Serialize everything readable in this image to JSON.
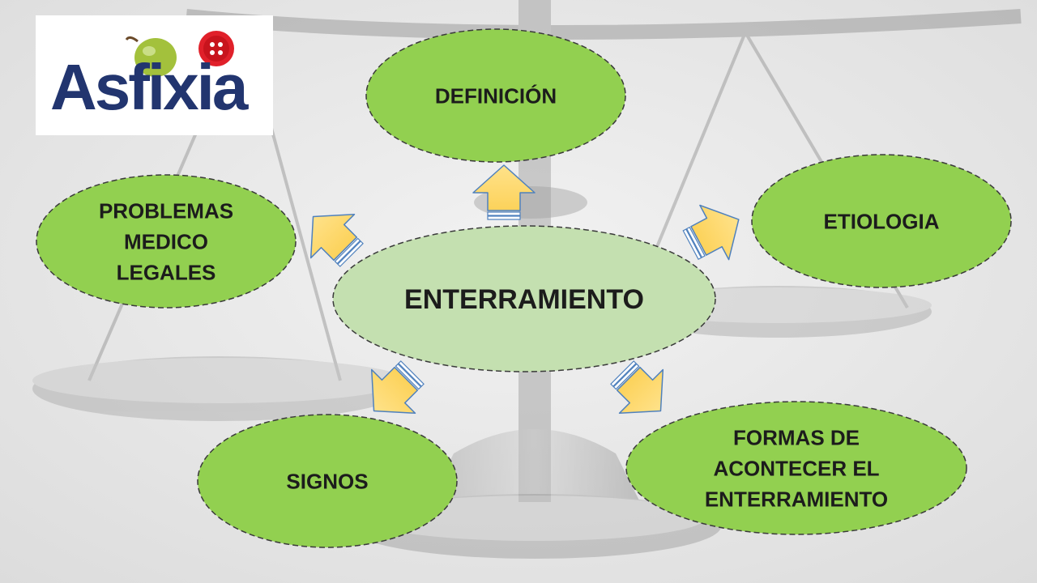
{
  "logo": {
    "text": "Asfixia",
    "text_color": "#22356f",
    "icons": [
      "grape-icon",
      "button-icon"
    ]
  },
  "center": {
    "label": "ENTERRAMIENTO"
  },
  "nodes": [
    {
      "id": "definicion",
      "lines": [
        "DEFINICIÓN"
      ]
    },
    {
      "id": "etiologia",
      "lines": [
        "ETIOLOGIA"
      ]
    },
    {
      "id": "formas",
      "lines": [
        "FORMAS DE",
        "ACONTECER EL",
        "ENTERRAMIENTO"
      ]
    },
    {
      "id": "signos",
      "lines": [
        "SIGNOS"
      ]
    },
    {
      "id": "problemas",
      "lines": [
        "PROBLEMAS",
        "MEDICO",
        "LEGALES"
      ]
    }
  ],
  "colors": {
    "node_fill": "#92d050",
    "center_fill": "#c4e0b0",
    "arrow_fill": "#ffd966",
    "arrow_stroke": "#4f81bd",
    "node_border": "#3a3a3a",
    "background_icon": "scales-of-justice-icon"
  }
}
